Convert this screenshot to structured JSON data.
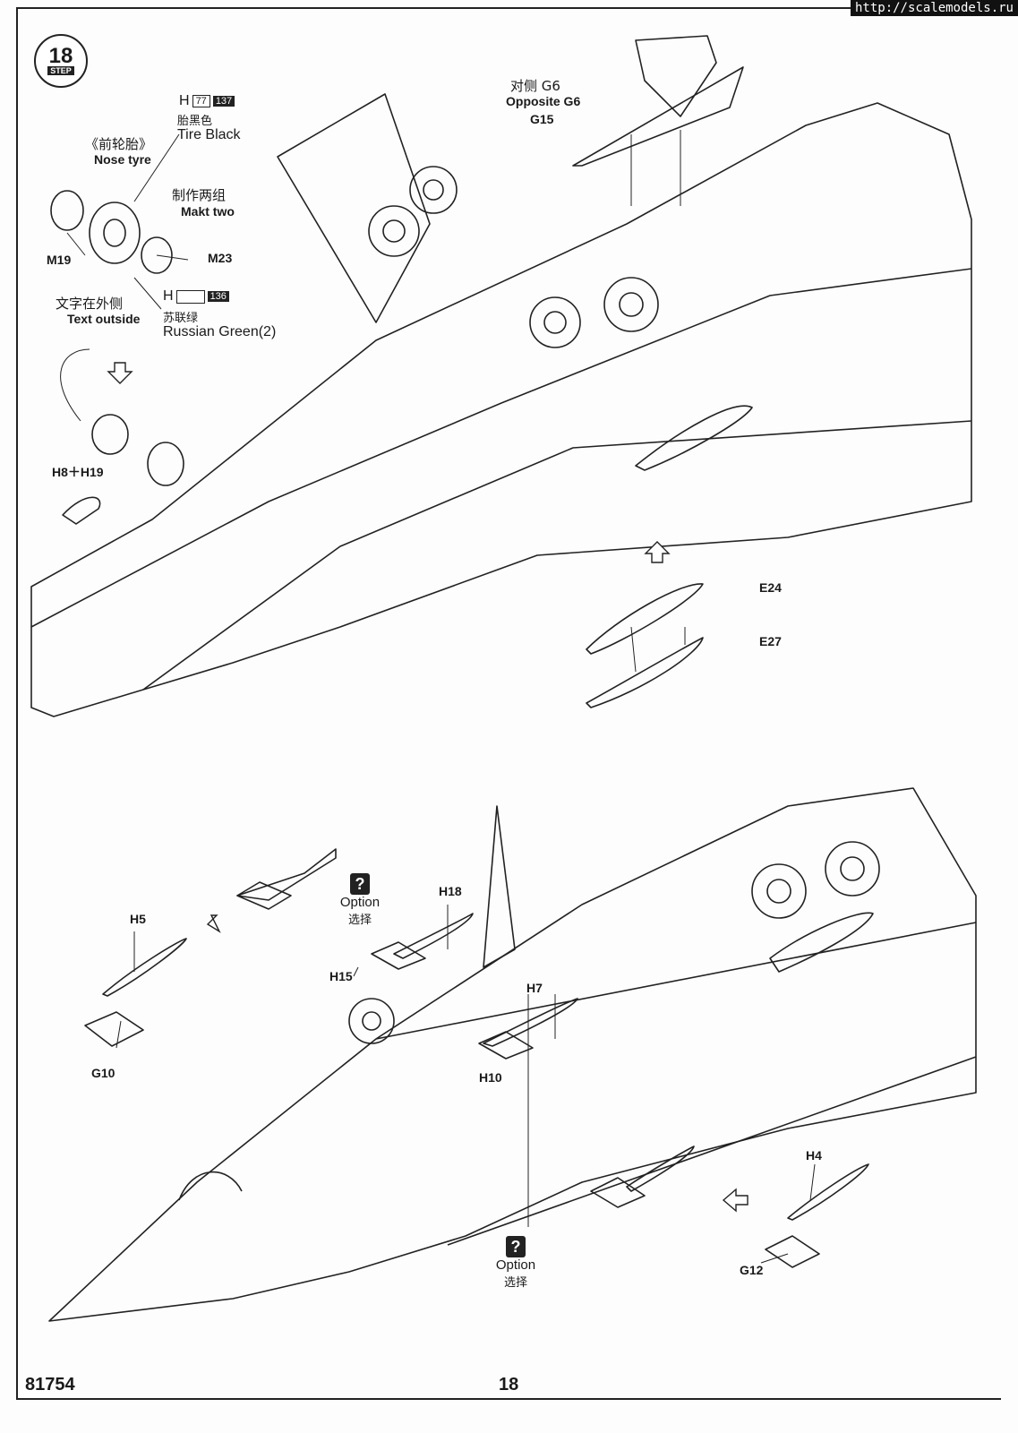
{
  "watermark": "http://scalemodels.ru",
  "step": {
    "number": "18",
    "label": "STEP"
  },
  "nose_tyre": {
    "cn": "《前轮胎》",
    "en": "Nose tyre",
    "paint_tire": {
      "letter": "H",
      "code_a": "77",
      "code_b": "137",
      "cn": "胎黑色",
      "en": "Tire Black"
    },
    "make_two": {
      "cn": "制作两组",
      "en": "Makt two"
    },
    "text_outside": {
      "cn": "文字在外侧",
      "en": "Text outside"
    },
    "paint_green": {
      "letter": "H",
      "code_b": "136",
      "cn": "苏联绿",
      "en": "Russian Green(2)"
    }
  },
  "parts": {
    "m19": "M19",
    "m23": "M23",
    "h8_h19": "H8＋H19",
    "g6_cn": "对侧 G6",
    "g6_en": "Opposite G6",
    "g15": "G15",
    "e24": "E24",
    "e27": "E27",
    "h5": "H5",
    "g10": "G10",
    "h18": "H18",
    "h15": "H15",
    "h7": "H7",
    "h10": "H10",
    "h4": "H4",
    "g12": "G12"
  },
  "option": {
    "mark": "?",
    "en": "Option",
    "cn": "选择"
  },
  "footer": {
    "code": "81754",
    "page": "18"
  },
  "colors": {
    "ink": "#222222",
    "paper": "#fdfdfd"
  }
}
